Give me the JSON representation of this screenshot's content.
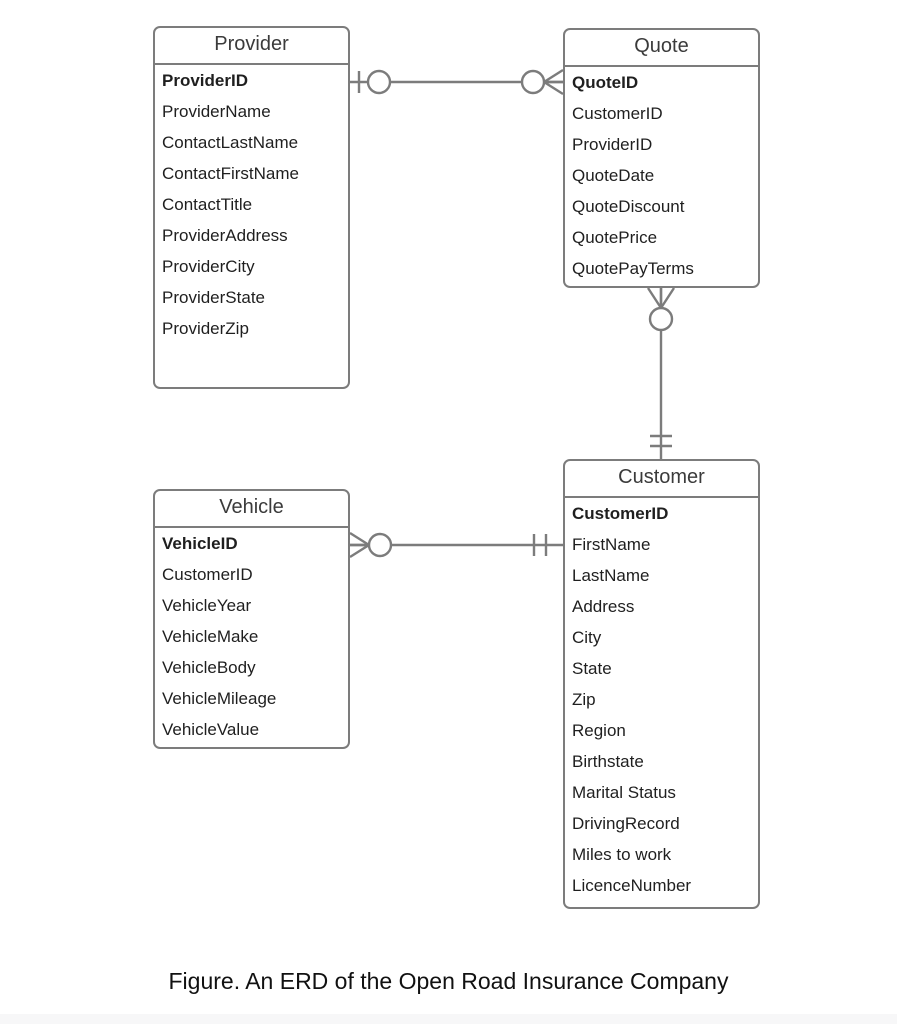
{
  "diagram": {
    "type": "entity-relationship-diagram",
    "notation": "crow's foot",
    "caption": "Figure. An ERD of the Open Road Insurance Company",
    "line_color": "#7c7c7c",
    "box_border_color": "#7c7c7c",
    "background_color": "#ffffff",
    "entities": [
      {
        "id": "provider",
        "title": "Provider",
        "attributes": [
          {
            "label": "ProviderID",
            "key": true
          },
          {
            "label": "ProviderName",
            "key": false
          },
          {
            "label": "ContactLastName",
            "key": false
          },
          {
            "label": "ContactFirstName",
            "key": false
          },
          {
            "label": "ContactTitle",
            "key": false
          },
          {
            "label": "ProviderAddress",
            "key": false
          },
          {
            "label": "ProviderCity",
            "key": false
          },
          {
            "label": "ProviderState",
            "key": false
          },
          {
            "label": "ProviderZip",
            "key": false
          }
        ]
      },
      {
        "id": "quote",
        "title": "Quote",
        "attributes": [
          {
            "label": "QuoteID",
            "key": true
          },
          {
            "label": "CustomerID",
            "key": false
          },
          {
            "label": "ProviderID",
            "key": false
          },
          {
            "label": "QuoteDate",
            "key": false
          },
          {
            "label": "QuoteDiscount",
            "key": false
          },
          {
            "label": "QuotePrice",
            "key": false
          },
          {
            "label": "QuotePayTerms",
            "key": false
          }
        ]
      },
      {
        "id": "vehicle",
        "title": "Vehicle",
        "attributes": [
          {
            "label": "VehicleID",
            "key": true
          },
          {
            "label": "CustomerID",
            "key": false
          },
          {
            "label": "VehicleYear",
            "key": false
          },
          {
            "label": "VehicleMake",
            "key": false
          },
          {
            "label": "VehicleBody",
            "key": false
          },
          {
            "label": "VehicleMileage",
            "key": false
          },
          {
            "label": "VehicleValue",
            "key": false
          }
        ]
      },
      {
        "id": "customer",
        "title": "Customer",
        "attributes": [
          {
            "label": "CustomerID",
            "key": true
          },
          {
            "label": "FirstName",
            "key": false
          },
          {
            "label": "LastName",
            "key": false
          },
          {
            "label": "Address",
            "key": false
          },
          {
            "label": "City",
            "key": false
          },
          {
            "label": "State",
            "key": false
          },
          {
            "label": "Zip",
            "key": false
          },
          {
            "label": "Region",
            "key": false
          },
          {
            "label": "Birthstate",
            "key": false
          },
          {
            "label": "Marital Status",
            "key": false
          },
          {
            "label": "DrivingRecord",
            "key": false
          },
          {
            "label": "Miles to work",
            "key": false
          },
          {
            "label": "LicenceNumber",
            "key": false
          }
        ]
      }
    ],
    "relationships": [
      {
        "id": "provider-quote",
        "from": "Provider",
        "to": "Quote",
        "from_cardinality": "zero-or-one",
        "to_cardinality": "zero-or-many"
      },
      {
        "id": "quote-customer",
        "from": "Quote",
        "to": "Customer",
        "from_cardinality": "zero-or-many",
        "to_cardinality": "one-and-only-one"
      },
      {
        "id": "vehicle-customer",
        "from": "Vehicle",
        "to": "Customer",
        "from_cardinality": "zero-or-many",
        "to_cardinality": "one-and-only-one"
      }
    ]
  }
}
